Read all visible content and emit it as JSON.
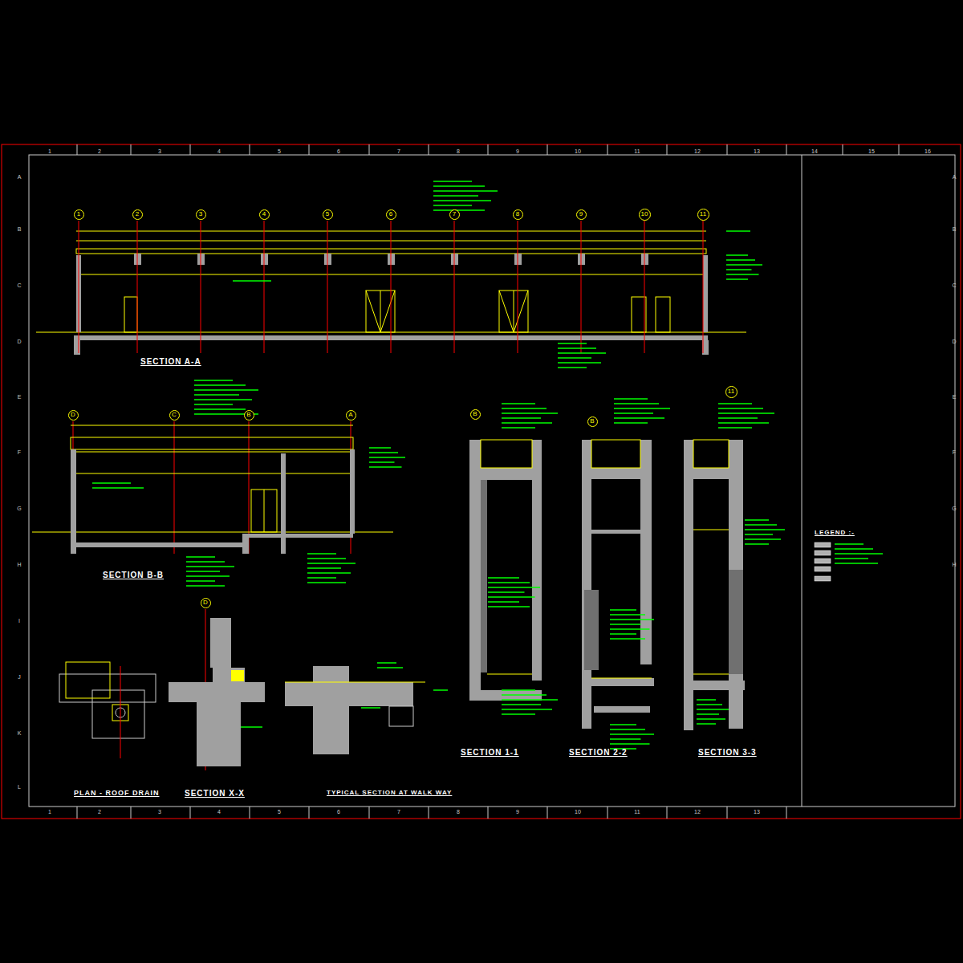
{
  "diagram": {
    "nodes": [
      {
        "text": [
          "1"
        ]
      },
      {
        "text": [
          "2"
        ]
      },
      {
        "text": [
          "3"
        ]
      },
      {
        "text": [
          "4"
        ]
      },
      {
        "text": [
          "5"
        ]
      },
      {
        "text": [
          "6"
        ]
      },
      {
        "text": [
          "7"
        ]
      },
      {
        "text": [
          "8"
        ]
      },
      {
        "text": [
          "9"
        ]
      },
      {
        "text": [
          "10"
        ]
      },
      {
        "text": [
          "11"
        ]
      },
      {
        "text": [
          "D"
        ]
      },
      {
        "text": [
          "C"
        ]
      },
      {
        "text": [
          "B"
        ]
      },
      {
        "text": [
          "A"
        ]
      },
      {
        "text": [
          "B"
        ]
      },
      {
        "text": [
          "B"
        ]
      },
      {
        "text": [
          "11"
        ]
      },
      {
        "text": [
          "D"
        ]
      }
    ],
    "labels": [
      "1",
      "2",
      "3",
      "4",
      "5",
      "6",
      "7",
      "8",
      "9",
      "10",
      "11",
      "12",
      "13",
      "14",
      "15",
      "16",
      "1",
      "2",
      "3",
      "4",
      "5",
      "6",
      "7",
      "8",
      "9",
      "10",
      "11",
      "12",
      "13",
      "A",
      "B",
      "C",
      "D",
      "E",
      "F",
      "G",
      "H",
      "I",
      "J",
      "K",
      "L",
      "A",
      "B",
      "C",
      "D",
      "E",
      "F",
      "G",
      "H",
      "SECTION A-A",
      "SECTION B-B",
      "SECTION 1-1",
      "SECTION 2-2",
      "SECTION 3-3",
      "PLAN - ROOF DRAIN",
      "SECTION X-X",
      "TYPICAL SECTION AT WALK WAY",
      "LEGEND :-"
    ]
  }
}
